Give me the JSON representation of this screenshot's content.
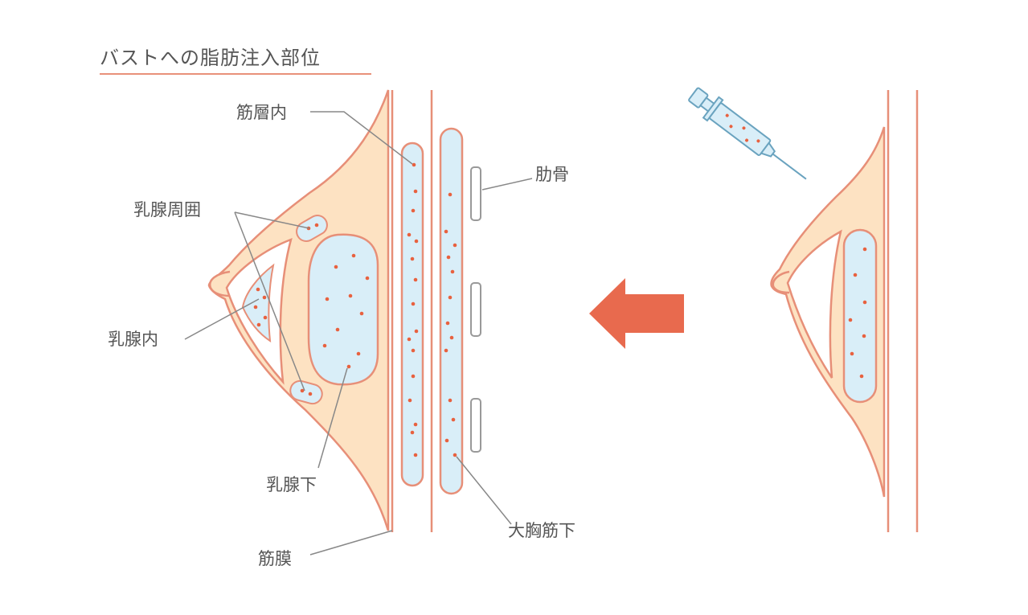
{
  "title": "バストへの脂肪注入部位",
  "labels": {
    "muscle_inner": "筋層内",
    "rib": "肋骨",
    "around_gland": "乳腺周囲",
    "in_gland": "乳腺内",
    "under_gland": "乳腺下",
    "fascia": "筋膜",
    "under_pectoralis": "大胸筋下"
  },
  "colors": {
    "breast_fill": "#fde2c2",
    "outline": "#e78f78",
    "fat_fill": "#d9eef8",
    "fat_stroke": "#e78f78",
    "dot": "#e8613f",
    "arrow": "#e86a4e",
    "leader": "#888888",
    "rib_stroke": "#999999"
  },
  "icons": [
    "syringe-icon",
    "left-arrow-icon"
  ]
}
